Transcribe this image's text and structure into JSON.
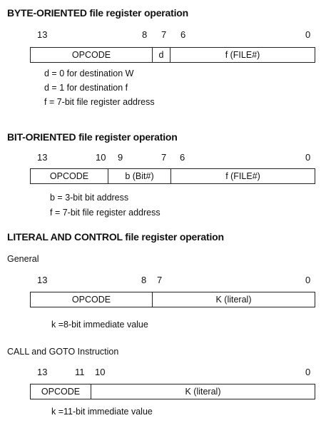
{
  "sections": {
    "byte": {
      "title": "BYTE-ORIENTED file register operation",
      "bits": [
        "13",
        "8",
        "7",
        "6",
        "0"
      ],
      "fields": [
        "OPCODE",
        "d",
        "f (FILE#)"
      ],
      "notes": [
        "d = 0 for destination W",
        "d = 1 for destination f",
        "f = 7-bit file register address"
      ]
    },
    "bit": {
      "title": "BIT-ORIENTED file register operation",
      "bits": [
        "13",
        "10",
        "9",
        "7",
        "6",
        "0"
      ],
      "fields": [
        "OPCODE",
        "b (Bit#)",
        "f (FILE#)"
      ],
      "notes": [
        "b = 3-bit bit address",
        "f = 7-bit file register address"
      ]
    },
    "literal": {
      "title": "LITERAL AND CONTROL file register operation",
      "general": {
        "subtitle": "General",
        "bits": [
          "13",
          "8",
          "7",
          "0"
        ],
        "fields": [
          "OPCODE",
          "K (literal)"
        ],
        "notes": [
          "k =8-bit immediate value"
        ]
      },
      "call_goto": {
        "subtitle": "CALL and GOTO Instruction",
        "bits": [
          "13",
          "11",
          "10",
          "0"
        ],
        "fields": [
          "OPCODE",
          "K (literal)"
        ],
        "notes": [
          "k =11-bit immediate value"
        ]
      }
    }
  }
}
